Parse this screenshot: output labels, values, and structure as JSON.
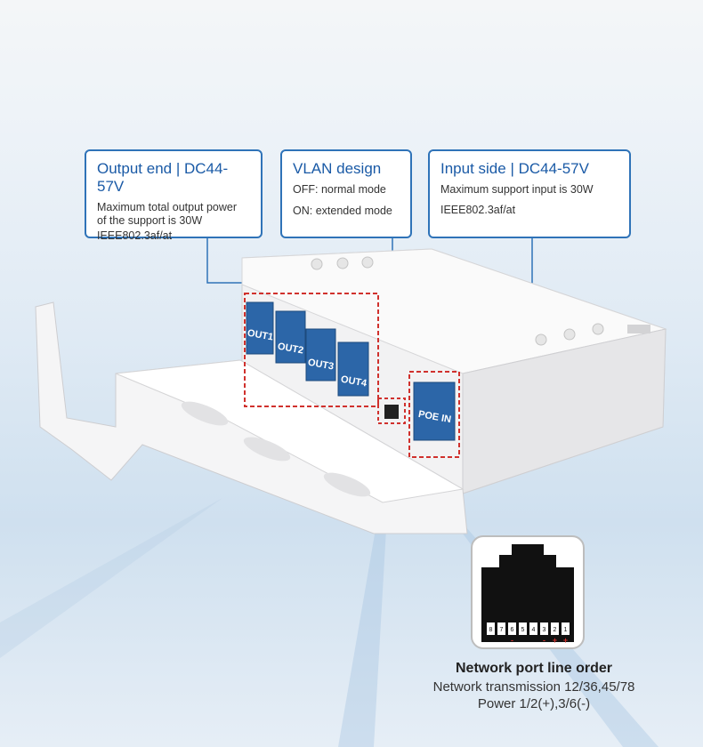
{
  "callouts": {
    "output": {
      "title": "Output end | DC44-57V",
      "lines": [
        "Maximum total output power",
        "of the support is 30W",
        "IEEE802.3af/at"
      ]
    },
    "vlan": {
      "title": "VLAN design",
      "lines": [
        "OFF: normal mode",
        "ON: extended mode"
      ]
    },
    "input": {
      "title": "Input side | DC44-57V",
      "lines": [
        "Maximum support input is 30W",
        "IEEE802.3af/at"
      ]
    }
  },
  "ports": [
    "OUT1",
    "OUT2",
    "OUT3",
    "OUT4",
    "POE IN"
  ],
  "pin_numbers": [
    "8",
    "7",
    "6",
    "5",
    "4",
    "3",
    "2",
    "1"
  ],
  "pin_polarity": {
    "pin6": "-",
    "pin3": "-",
    "pin2": "+",
    "pin1": "+"
  },
  "port_info": {
    "title": "Network port line order",
    "line1": "Network transmission 12/36,45/78",
    "line2": "Power 1/2(+),3/6(-)"
  },
  "colors": {
    "callout_border": "#2f73b8",
    "title_blue": "#1a5aa6",
    "highlight_red": "#d0312d",
    "port_blue": "#2c66a8"
  }
}
